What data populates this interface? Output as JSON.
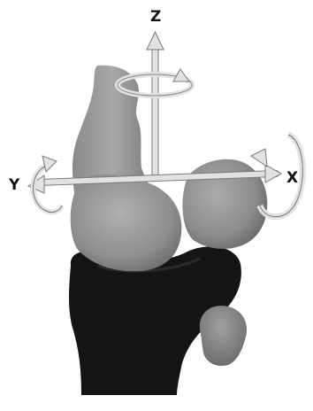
{
  "figure": {
    "axes": {
      "z_label": "Z",
      "y_label": "Y",
      "x_label": "X"
    },
    "colors": {
      "background": "#ffffff",
      "femur": "#9a9a9a",
      "femur_shadow": "#6e6e6e",
      "tibia": "#141414",
      "fibula": "#8a8a8a",
      "axis_shaft": "#e2e2e2",
      "axis_outline": "#7a7a7a",
      "label": "#111111"
    }
  }
}
